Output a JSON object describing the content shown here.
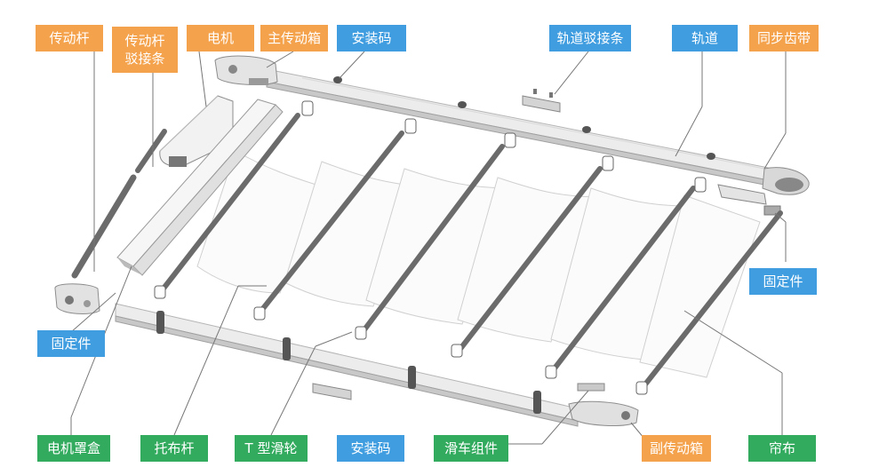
{
  "colors": {
    "orange": "#f4a24c",
    "blue": "#3f9de0",
    "green": "#33ab5f",
    "leader": "#6a6a6a",
    "rail": "#e9e9e9",
    "rod": "#6b6b6b",
    "fabric": "#fafafa"
  },
  "labels": {
    "drive_rod": "传动杆",
    "drive_rod_connector_line1": "传动杆",
    "drive_rod_connector_line2": "驳接条",
    "motor": "电机",
    "main_gearbox": "主传动箱",
    "install_code_top": "安装码",
    "rail_connector": "轨道驳接条",
    "rail": "轨道",
    "timing_belt": "同步齿带",
    "fixing_right": "固定件",
    "fixing_left": "固定件",
    "motor_cover": "电机罩盒",
    "support_rod": "托布杆",
    "t_pulley": "T 型滑轮",
    "install_code_bottom": "安装码",
    "trolley_assembly": "滑车组件",
    "secondary_gearbox": "副传动箱",
    "curtain_fabric": "帘布"
  }
}
